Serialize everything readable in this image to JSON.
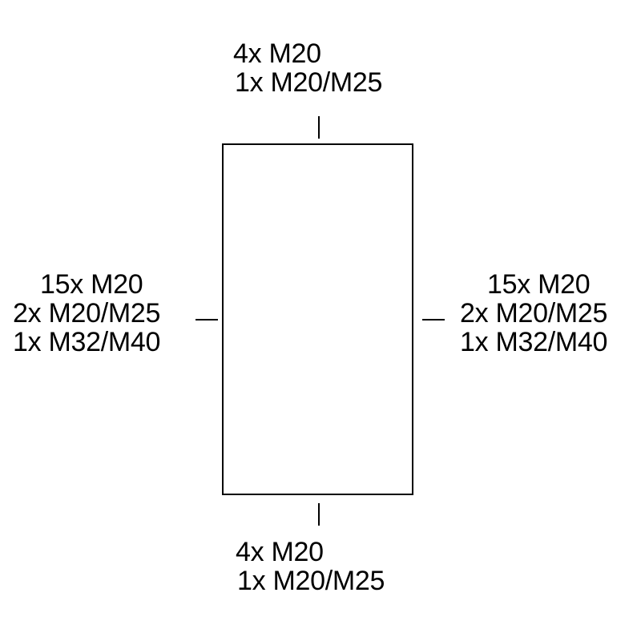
{
  "diagram": {
    "top": {
      "lines": [
        "4x M20",
        "1x M20/M25"
      ]
    },
    "bottom": {
      "lines": [
        "4x M20",
        "1x M20/M25"
      ]
    },
    "left": {
      "lines": [
        "15x M20",
        "2x M20/M25",
        "1x M32/M40"
      ]
    },
    "right": {
      "lines": [
        "15x M20",
        "2x M20/M25",
        "1x M32/M40"
      ]
    }
  }
}
